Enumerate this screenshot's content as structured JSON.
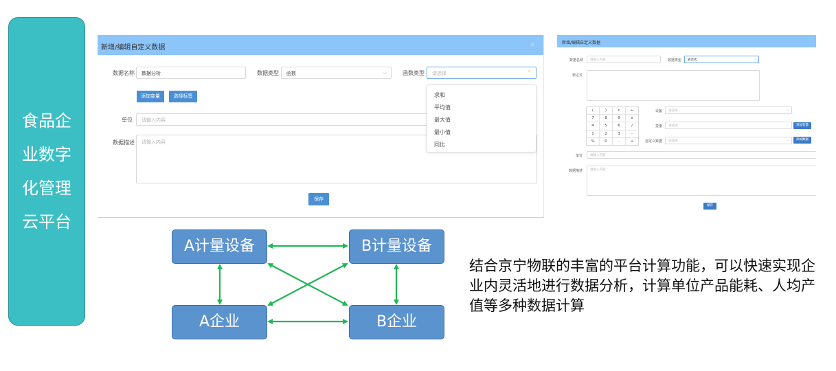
{
  "side_panel": {
    "lines": [
      "食品企",
      "业数字",
      "化管理",
      "云平台"
    ]
  },
  "dialog1": {
    "title": "新增/编辑自定义数据",
    "close_glyph": "×",
    "data_name_label": "数据名称",
    "data_name_value": "数据分析",
    "data_type_label": "数据类型",
    "data_type_value": "函数",
    "func_type_label": "函数类型",
    "func_type_placeholder": "请选择",
    "add_variable_button": "添加变量",
    "select_tag_button": "选择标签",
    "unit_label": "单位",
    "unit_placeholder": "请输入内容",
    "desc_label": "数据描述",
    "desc_placeholder": "请输入内容",
    "save_button": "保存",
    "dropdown_options": [
      "求和",
      "平均值",
      "最大值",
      "最小值",
      "同比"
    ]
  },
  "dialog2": {
    "title": "新增/编辑自定义数据",
    "data_name_label": "数据名称",
    "data_name_placeholder": "请输入内容",
    "data_type_label": "数据类型",
    "data_type_value": "表达式",
    "expression_label": "表达式",
    "device_label": "设备",
    "device_placeholder": "请选择",
    "variable_label": "变量",
    "variable_placeholder": "请选择",
    "add_variable_button": "添加变量",
    "custom_data_label": "自定义数据",
    "custom_data_placeholder": "请选择",
    "add_data_button": "添加数据",
    "unit_label": "单位",
    "unit_placeholder": "请输入内容",
    "desc_label": "数据描述",
    "desc_placeholder": "请输入内容",
    "save_button": "保存",
    "calc_keys": [
      "(",
      ")",
      "c",
      "←",
      "7",
      "8",
      "9",
      "x",
      "4",
      "5",
      "6",
      "/",
      "1",
      "2",
      "3",
      "-",
      "%",
      "0",
      ".",
      "+"
    ]
  },
  "diagram": {
    "node_a_device": "A计量设备",
    "node_b_device": "B计量设备",
    "node_a_company": "A企业",
    "node_b_company": "B企业",
    "arrow_color": "#1db954"
  },
  "description": "结合京宁物联的丰富的平台计算功能，可以快速实现企业内灵活地进行数据分析，计算单位产品能耗、人均产值等多种数据计算"
}
